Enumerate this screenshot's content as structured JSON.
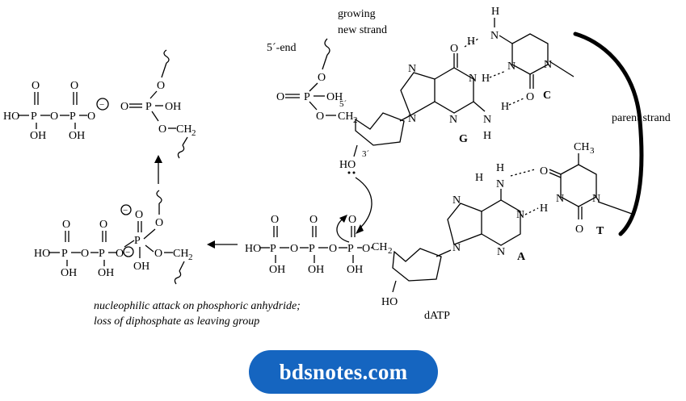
{
  "labels": {
    "growing_line1": "growing",
    "growing_line2": "new strand",
    "five_end": "5´-end",
    "parent_strand": "parent strand",
    "five_prime": "5´",
    "three_prime": "3´",
    "base_g": "G",
    "base_c": "C",
    "base_a": "A",
    "base_t": "T",
    "datp": "dATP",
    "ch3": "CH",
    "ch3_sub": "3",
    "ho_sugar": "HO",
    "ho_datp": "HO"
  },
  "caption": {
    "line1": "nucleophilic attack on phosphoric anhydride;",
    "line2": "loss of diphosphate as leaving group"
  },
  "atoms": {
    "P": "P",
    "O": "O",
    "OH": "OH",
    "HO": "HO",
    "N": "N",
    "H": "H",
    "CH2": "CH",
    "CH2_sub": "2",
    "neg": "−"
  },
  "brand": "bdsnotes.com",
  "colors": {
    "brand_bg": "#1565c0",
    "brand_text": "#ffffff"
  }
}
